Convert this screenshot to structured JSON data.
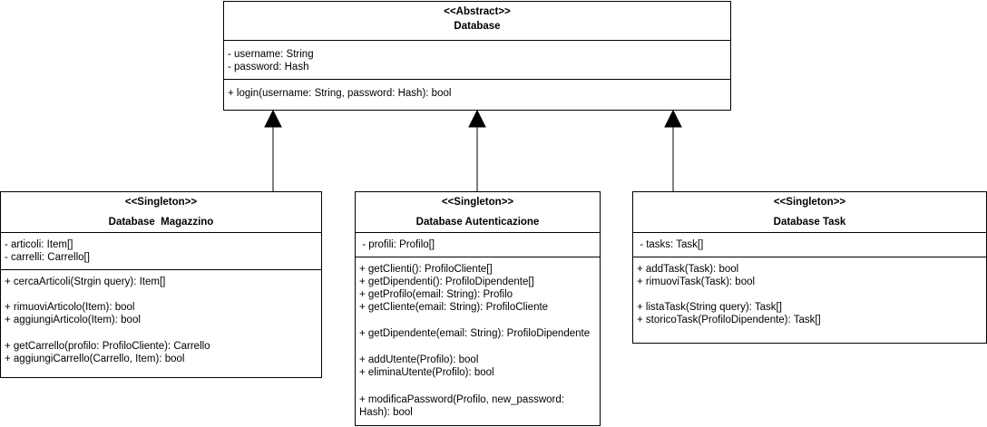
{
  "database": {
    "stereotype": "<<Abstract>>",
    "name": "Database",
    "attributes": [
      "- username: String",
      "- password: Hash"
    ],
    "methods": [
      "+ login(username: String, password: Hash): bool"
    ]
  },
  "magazzino": {
    "stereotype": "<<Singleton>>",
    "name": "Database  Magazzino",
    "attributes": [
      "- articoli: Item[]",
      "- carrelli: Carrello[]"
    ],
    "methods": [
      "+ cercaArticoli(Strgin query): Item[]",
      "+ rimuoviArticolo(Item): bool",
      "+ aggiungiArticolo(Item): bool",
      "+ getCarrello(profilo: ProfiloCliente): Carrello",
      "+ aggiungiCarrello(Carrello, Item): bool"
    ]
  },
  "autenticazione": {
    "stereotype": "<<Singleton>>",
    "name": "Database Autenticazione",
    "attributes": [
      " - profili: Profilo[]"
    ],
    "methods": [
      "+ getClienti(): ProfiloCliente[]",
      "+ getDipendenti(): ProfiloDipendente[]",
      "+ getProfilo(email: String): Profilo",
      "+ getCliente(email: String): ProfiloCliente",
      "+ getDipendente(email: String): ProfiloDipendente",
      "+ addUtente(Profilo): bool",
      "+ eliminaUtente(Profilo): bool",
      "+ modificaPassword(Profilo, new_password:",
      "Hash): bool"
    ]
  },
  "task": {
    "stereotype": "<<Singleton>>",
    "name": "Database Task",
    "attributes": [
      " - tasks: Task[]"
    ],
    "methods": [
      "+ addTask(Task): bool",
      "+ rimuoviTask(Task): bool",
      "+ listaTask(String query): Task[]",
      "+ storicoTask(ProfiloDipendente): Task[]"
    ]
  }
}
